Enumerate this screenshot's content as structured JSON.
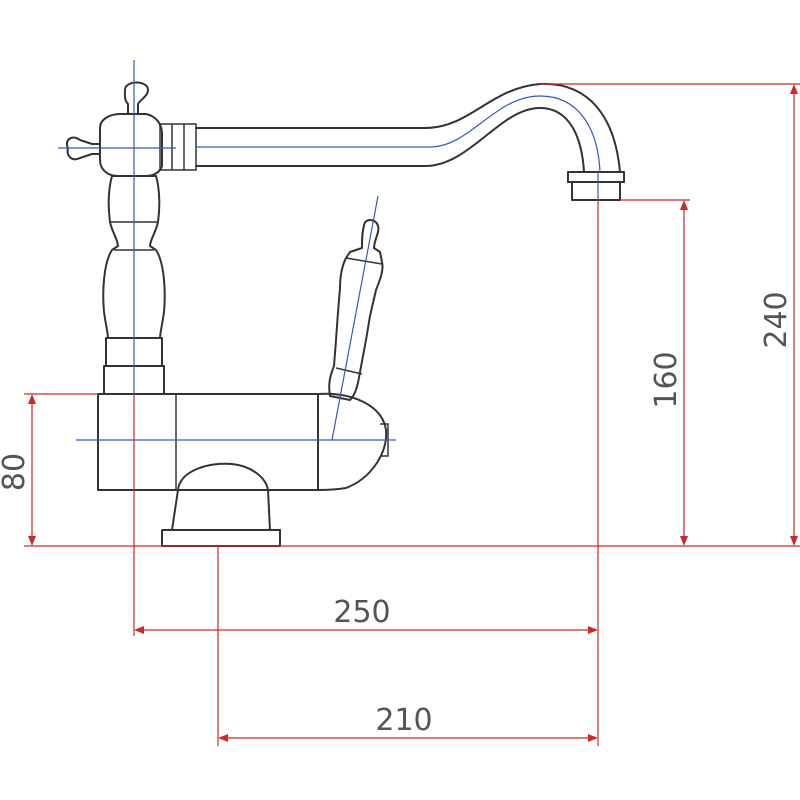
{
  "diagram": {
    "subject": "single-lever kitchen mixer tap technical drawing",
    "dimensions": {
      "base_height": "80",
      "spout_outlet_height": "160",
      "overall_height": "240",
      "spout_reach_total": "250",
      "spout_reach_from_base": "210"
    },
    "colors": {
      "outline": "#333333",
      "center_axes": "#3a55c0",
      "dimension_lines": "#cc2a2a",
      "dimension_text": "#555555",
      "background": "#ffffff"
    }
  }
}
